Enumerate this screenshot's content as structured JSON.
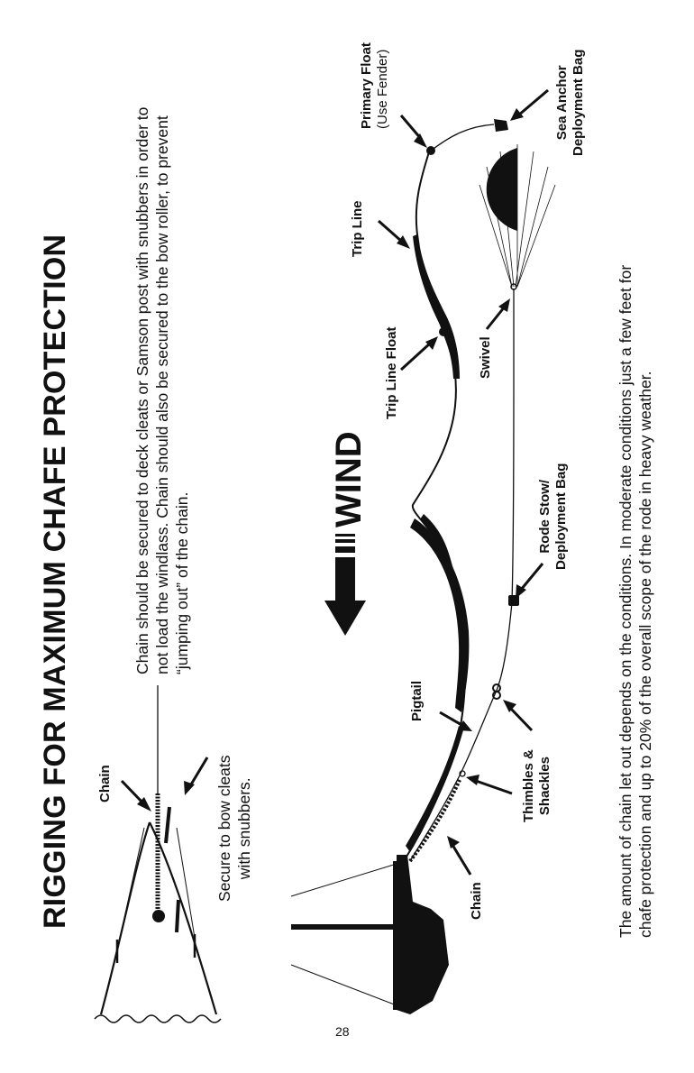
{
  "title": "RIGGING FOR MAXIMUM CHAFE PROTECTION",
  "intro_lines": [
    "Chain should be secured to deck cleats or Samson post with snubbers in order to",
    "not load the windlass.  Chain should also be secured to the bow roller, to prevent",
    "“jumping out” of the chain."
  ],
  "bow_diagram": {
    "chain_label": "Chain",
    "secure_lines": [
      "Secure to bow cleats",
      "with snubbers."
    ]
  },
  "wind_label": "WIND",
  "labels": {
    "primary_float": "Primary Float",
    "primary_float_sub": "(Use Fender)",
    "sea_anchor_1": "Sea Anchor",
    "sea_anchor_2": "Deployment Bag",
    "trip_line": "Trip Line",
    "trip_line_float": "Trip Line Float",
    "swivel": "Swivel",
    "rode_stow_1": "Rode Stow/",
    "rode_stow_2": "Deployment Bag",
    "pigtail": "Pigtail",
    "thimbles_1": "Thimbles &",
    "thimbles_2": "Shackles",
    "chain": "Chain"
  },
  "footer_lines": [
    "The amount of chain let out depends on the conditions.  In moderate conditions just a few feet for",
    "chafe protection and up to 20% of the overall scope of the rode in heavy weather."
  ],
  "page_number": "28"
}
